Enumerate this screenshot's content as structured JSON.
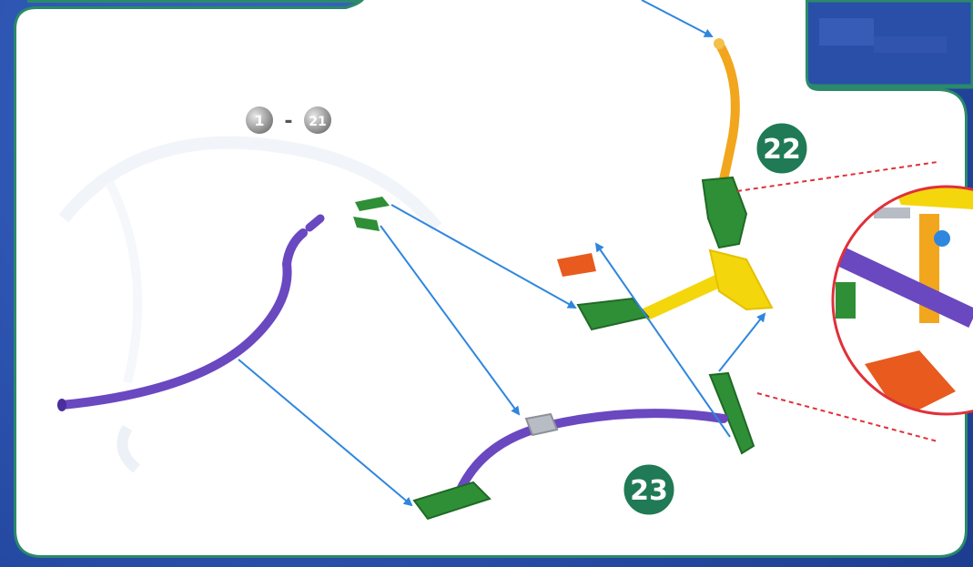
{
  "range": {
    "start": "1",
    "separator": "-",
    "end": "21"
  },
  "steps": [
    {
      "number": "22"
    },
    {
      "number": "23"
    }
  ],
  "colors": {
    "frame_green": "#2a8a6a",
    "paper": "#ffffff",
    "badge_green": "#1f7a55",
    "badge_gray": "#9a9a9a",
    "arrow_blue": "#2f86de",
    "callout_red": "#e0303a",
    "rod_purple": "#6a48c0",
    "rod_orange": "#f2a61e",
    "connector_green": "#2f8f36",
    "connector_yellow": "#f4d60c",
    "connector_red": "#e85a1e",
    "clip_gray": "#b8bcc4"
  }
}
